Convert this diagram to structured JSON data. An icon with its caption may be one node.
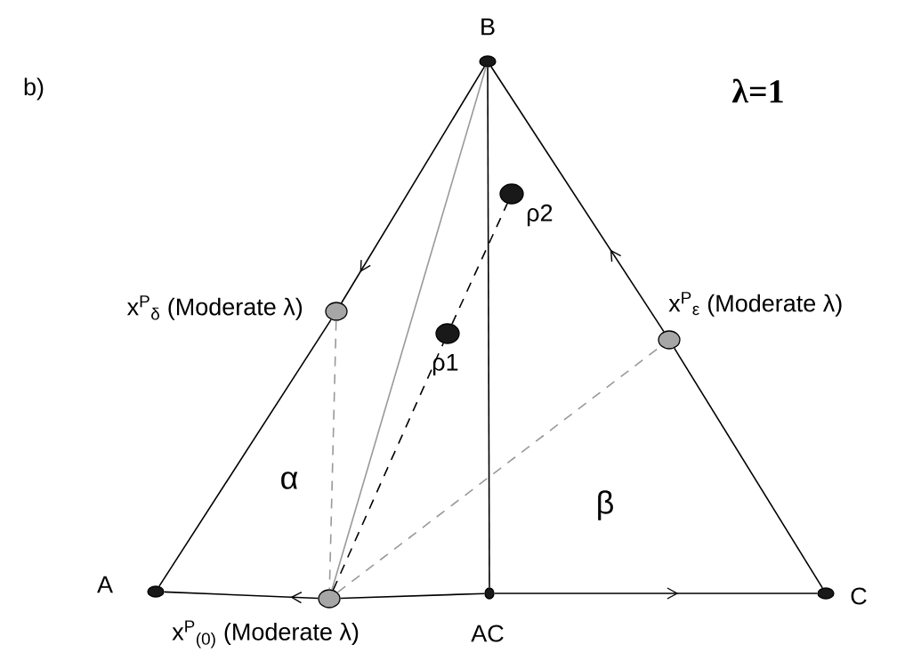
{
  "diagram": {
    "nodes": [
      {
        "text": [],
        "shape": "circle",
        "beside": [
          "B"
        ]
      },
      {
        "text": [],
        "shape": "circle",
        "beside": [
          "ρ2"
        ]
      },
      {
        "text": [],
        "shape": "circle",
        "beside": [
          "x$^{P}$$_{δ}$ (Moderate λ)"
        ]
      },
      {
        "text": [],
        "shape": "circle",
        "beside": [
          "x$^{P}$$_{ε}$ (Moderate λ)"
        ]
      },
      {
        "text": [],
        "shape": "circle",
        "beside": [
          "ρ1"
        ]
      },
      {
        "text": [],
        "shape": "circle",
        "beside": [
          "A"
        ]
      },
      {
        "text": [],
        "shape": "circle",
        "beside": [
          "x$^{P}$$_{(0)}$ (Moderate λ)"
        ]
      },
      {
        "text": [],
        "shape": "circle",
        "beside": [
          "AC"
        ]
      },
      {
        "text": [],
        "shape": "circle",
        "beside": [
          "C"
        ]
      }
    ],
    "edges": [
      {
        "from": 0,
        "to": 2,
        "arrow": "to"
      },
      {
        "from": 2,
        "to": 5,
        "arrow": "none"
      },
      {
        "from": 3,
        "to": 0,
        "arrow": "to"
      },
      {
        "from": 8,
        "to": 3,
        "arrow": "none"
      },
      {
        "from": 6,
        "to": 5,
        "arrow": "to"
      },
      {
        "from": 6,
        "to": 7,
        "arrow": "none"
      },
      {
        "from": 7,
        "to": 8,
        "arrow": "to"
      },
      {
        "from": 0,
        "to": 7,
        "arrow": "none"
      },
      {
        "from": 0,
        "to": 6,
        "arrow": "none",
        "color": "#999999"
      },
      {
        "from": 6,
        "to": 4,
        "arrow": "none",
        "style": "dashed"
      },
      {
        "from": 4,
        "to": 1,
        "arrow": "none",
        "style": "dashed"
      },
      {
        "from": 2,
        "to": 6,
        "arrow": "none",
        "style": "dashed",
        "color": "#999999"
      },
      {
        "from": 6,
        "to": 3,
        "arrow": "none",
        "style": "dashed",
        "color": "#999999"
      }
    ],
    "labels": [
      "b)",
      "λ=1",
      "α",
      "β"
    ]
  }
}
